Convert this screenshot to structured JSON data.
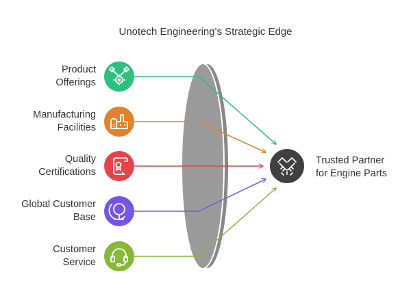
{
  "diagram": {
    "title": "Unotech Engineering's Strategic Edge",
    "inputs": [
      {
        "label": "Product\nOfferings",
        "icon": "gear-tools-icon",
        "color": "#2fbf7e"
      },
      {
        "label": "Manufacturing\nFacilities",
        "icon": "factory-icon",
        "color": "#e3812a"
      },
      {
        "label": "Quality\nCertifications",
        "icon": "certificate-scroll-icon",
        "color": "#e2444a"
      },
      {
        "label": "Global Customer\nBase",
        "icon": "globe-icon",
        "color": "#7356e6"
      },
      {
        "label": "Customer\nService",
        "icon": "headset-icon",
        "color": "#86b83a"
      }
    ],
    "output": {
      "label": "Trusted Partner\nfor Engine Parts",
      "icon": "handshake-icon",
      "color": "#404040"
    },
    "lens_color": "#9a9a9a"
  }
}
